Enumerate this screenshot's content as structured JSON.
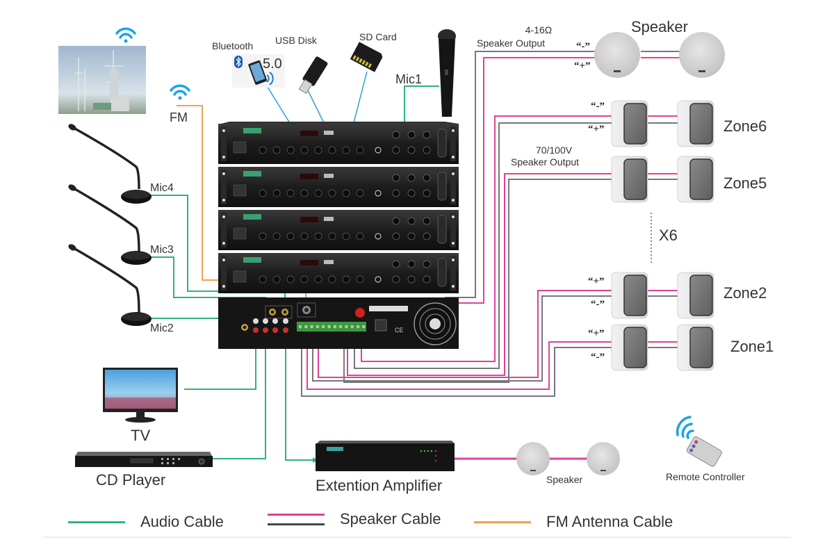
{
  "diagram": {
    "title": "Mixer Amplifier System Connection Diagram",
    "colors": {
      "audio_cable": "#2fb27a",
      "speaker_cable_pos": "#e0409a",
      "speaker_cable_neg": "#555555",
      "fm_cable": "#f0a050",
      "usb_link": "#2a9fd6",
      "wifi_icon": "#1aa3e8"
    },
    "sources": {
      "bluetooth_label": "Bluetooth",
      "bluetooth_version": "5.0",
      "usb_label": "USB Disk",
      "sd_label": "SD Card",
      "fm_label": "FM",
      "mic1_label": "Mic1",
      "mic2_label": "Mic2",
      "mic3_label": "Mic3",
      "mic4_label": "Mic4",
      "tv_label": "TV",
      "cd_label": "CD Player"
    },
    "outputs": {
      "low_z_label_line1": "4-16Ω",
      "low_z_label_line2": "Speaker Output",
      "high_v_label_line1": "70/100V",
      "high_v_label_line2": "Speaker Output",
      "ceiling_speaker_label": "Speaker",
      "zones": [
        "Zone6",
        "Zone5",
        "Zone2",
        "Zone1"
      ],
      "zone_multiplier": "X6",
      "polarity_minus": "“-”",
      "polarity_plus": "“+”"
    },
    "extension": {
      "amplifier_label": "Extention Amplifier",
      "speaker_label": "Speaker"
    },
    "remote": {
      "label": "Remote Controller"
    },
    "legend": [
      {
        "label": "Audio Cable",
        "type": "single",
        "color": "#2fb27a"
      },
      {
        "label": "Speaker Cable",
        "type": "double",
        "colors": [
          "#e0409a",
          "#444444"
        ]
      },
      {
        "label": "FM Antenna Cable",
        "type": "single",
        "color": "#f0a050"
      }
    ]
  }
}
